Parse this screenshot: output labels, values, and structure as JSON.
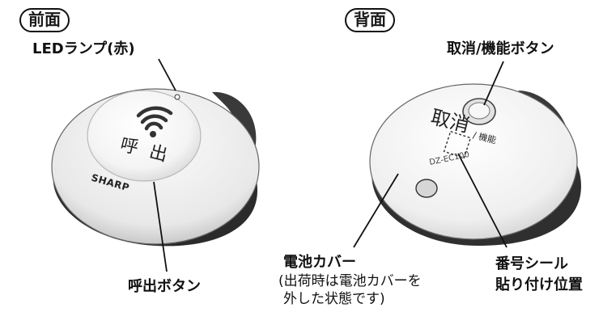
{
  "front": {
    "tag": "前面",
    "led_label": "LEDランプ(赤)",
    "call_button_label": "呼出ボタン",
    "device_text_call": "呼 出",
    "brand_text": "SHARP"
  },
  "back": {
    "tag": "背面",
    "cancel_function_label": "取消/機能ボタン",
    "battery_cover_label": "電池カバー",
    "battery_cover_note_line1": "(出荷時は電池カバーを",
    "battery_cover_note_line2": "外した状態です)",
    "number_seal_line1": "番号シール",
    "number_seal_line2": "貼り付け位置",
    "device_text_cancel": "取消",
    "device_text_function": "/ 機能",
    "model_text": "DZ-EC100"
  },
  "icons": [
    "wifi-signal-icon"
  ]
}
